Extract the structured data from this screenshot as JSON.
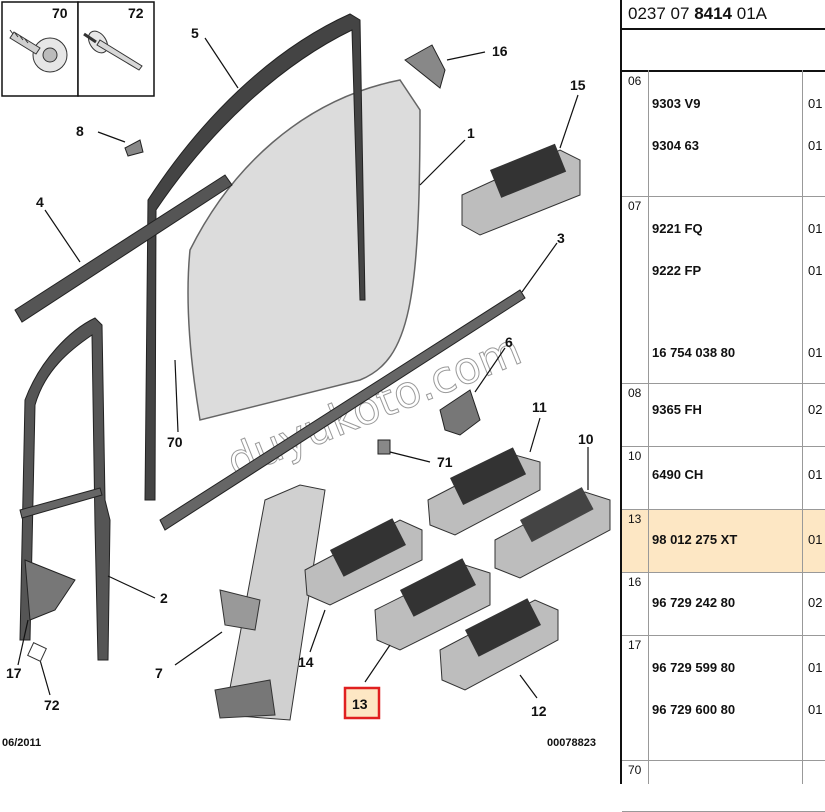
{
  "diagram": {
    "footer_date": "06/2011",
    "footer_ref": "00078823",
    "watermark": "duyukoto.com",
    "callouts": [
      "70",
      "72",
      "5",
      "16",
      "15",
      "1",
      "8",
      "4",
      "3",
      "6",
      "70",
      "71",
      "11",
      "10",
      "2",
      "13",
      "14",
      "7",
      "12",
      "17",
      "72"
    ],
    "highlighted_callout": "13"
  },
  "parts_table": {
    "reference": {
      "prefix": "0237 07 ",
      "bold": "8414",
      "suffix": " 01A"
    },
    "groups": [
      {
        "no": "06",
        "rows": [
          {
            "pn": "9303 V9",
            "qty": "01"
          },
          {
            "pn": "9304 63",
            "qty": "01"
          }
        ]
      },
      {
        "no": "07",
        "rows": [
          {
            "pn": "9221 FQ",
            "qty": "01"
          },
          {
            "pn": "9222 FP",
            "qty": "01"
          },
          {
            "pn": "16 754 038 80",
            "qty": "01"
          }
        ]
      },
      {
        "no": "08",
        "rows": [
          {
            "pn": "9365 FH",
            "qty": "02"
          }
        ]
      },
      {
        "no": "10",
        "rows": [
          {
            "pn": "6490 CH",
            "qty": "01"
          }
        ]
      },
      {
        "no": "13",
        "rows": [
          {
            "pn": "98 012 275 XT",
            "qty": "01"
          }
        ],
        "selected": true
      },
      {
        "no": "16",
        "rows": [
          {
            "pn": "96 729 242 80",
            "qty": "02"
          }
        ]
      },
      {
        "no": "17",
        "rows": [
          {
            "pn": "96 729 599 80",
            "qty": "01"
          },
          {
            "pn": "96 729 600 80",
            "qty": "01"
          }
        ]
      },
      {
        "no": "70",
        "rows": []
      }
    ]
  },
  "colors": {
    "selection": "#fde7c4",
    "highlight_box": "#e02020",
    "line": "#111111"
  }
}
